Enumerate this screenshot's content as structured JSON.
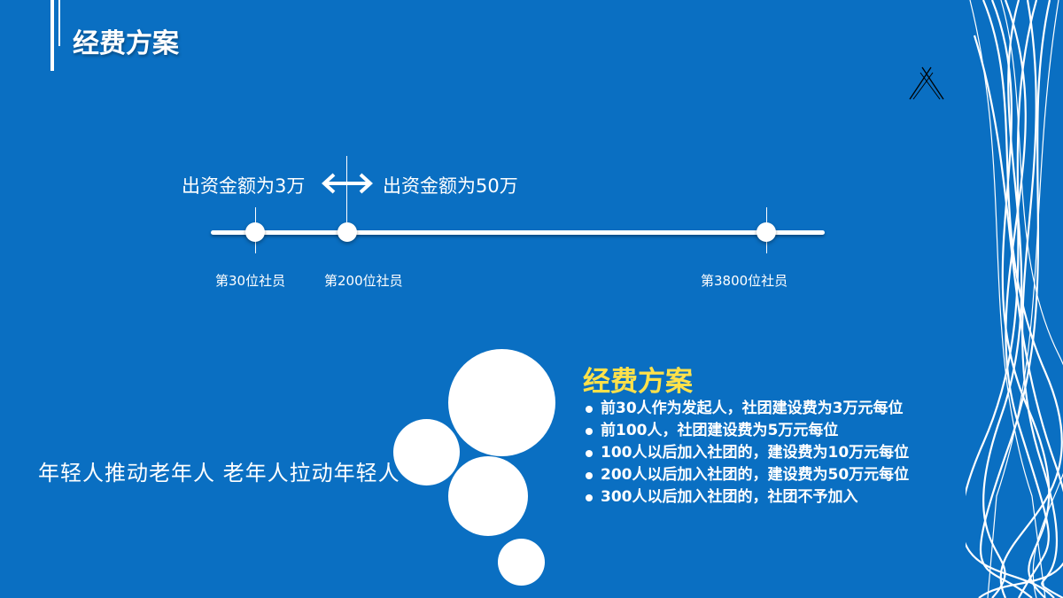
{
  "slide": {
    "title": "经费方案",
    "background_color": "#0a6fc2",
    "accent_color": "#ffe14a",
    "corner_icon": "crossed-lines-icon"
  },
  "timeline": {
    "phase_left": "出资金额为3万",
    "phase_right": "出资金额为50万",
    "arrow_icon": "double-arrow-icon",
    "milestones": [
      {
        "label": "第30位社员"
      },
      {
        "label": "第200位社员"
      },
      {
        "label": "第3800位社员"
      }
    ]
  },
  "slogan": "年轻人推动老年人   老年人拉动年轻人",
  "plan": {
    "heading": "经费方案",
    "items": [
      "前30人作为发起人，社团建设费为3万元每位",
      "前100人，社团建设费为5万元每位",
      "100人以后加入社团的，建设费为10万元每位",
      "200人以后加入社团的，建设费为50万元每位",
      "300人以后加入社团的，社团不予加入"
    ]
  }
}
